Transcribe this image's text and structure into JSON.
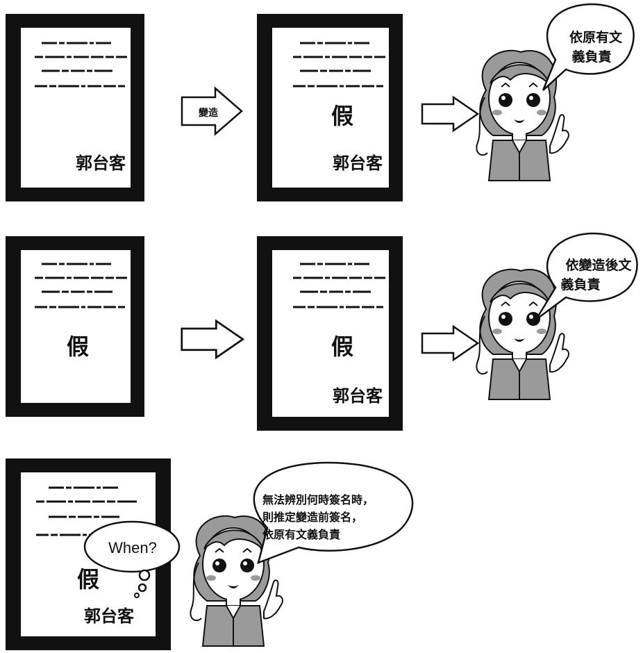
{
  "rows": [
    {
      "left_doc": {
        "fake": "",
        "signature": "郭台客"
      },
      "arrow_label": "變造",
      "right_doc": {
        "fake": "假",
        "signature": "郭台客"
      },
      "speech": [
        "依原有文",
        "義負責"
      ]
    },
    {
      "left_doc": {
        "fake": "假",
        "signature": ""
      },
      "arrow_label": "",
      "right_doc": {
        "fake": "假",
        "signature": "郭台客"
      },
      "speech": [
        "依變造後文",
        "義負責"
      ]
    },
    {
      "doc": {
        "fake": "假",
        "signature": "郭台客"
      },
      "thought": "When?",
      "speech": [
        "無法辨別何時簽名時，",
        "則推定變造前簽名，",
        "依原有文義負責"
      ]
    }
  ]
}
